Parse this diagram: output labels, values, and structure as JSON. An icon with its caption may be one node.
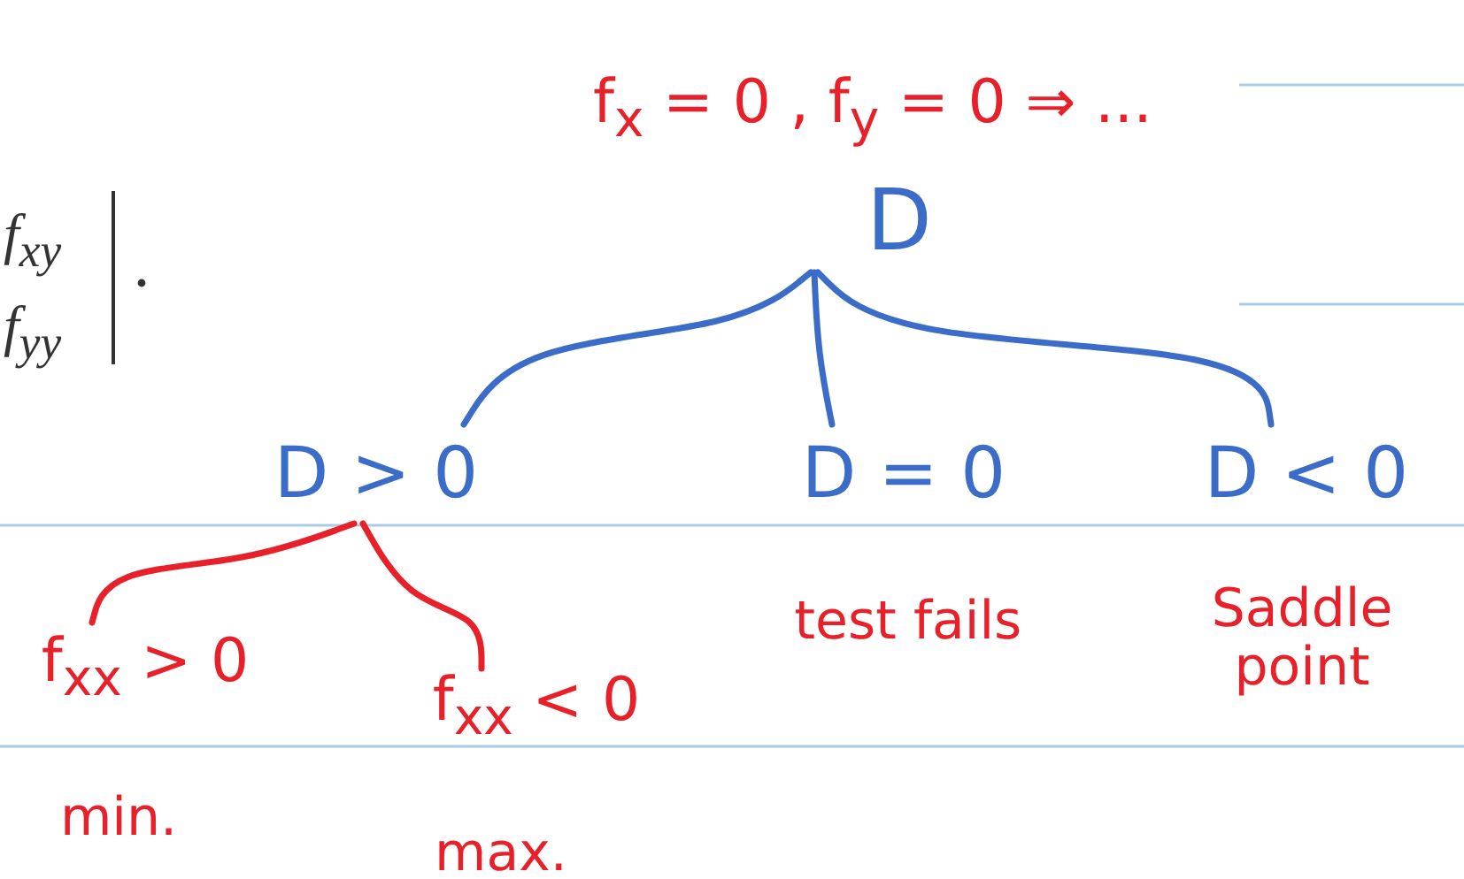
{
  "diagram": {
    "nodes": [
      {
        "text": [
          "D"
        ]
      },
      {
        "text": [
          "D > 0"
        ]
      },
      {
        "text": [
          "D = 0"
        ],
        "beside": [
          "test fails"
        ]
      },
      {
        "text": [
          "D < 0"
        ],
        "beside": [
          "Saddle point"
        ]
      },
      {
        "text": [
          "f$_{xx}$ > 0"
        ],
        "beside": [
          "min."
        ]
      },
      {
        "text": [
          "f$_{xx}$ < 0"
        ],
        "beside": [
          "max."
        ]
      }
    ],
    "edges": [
      {
        "from": 0,
        "to": 1,
        "arrow": "none"
      },
      {
        "from": 0,
        "to": 2,
        "arrow": "none"
      },
      {
        "from": 0,
        "to": 3,
        "arrow": "none"
      },
      {
        "from": 1,
        "to": 4,
        "arrow": "none",
        "color": "#e8202a"
      },
      {
        "from": 1,
        "to": 5,
        "arrow": "none",
        "color": "#e8202a"
      }
    ],
    "labels": [
      "f$_{x}$ = 0 , f$_{y}$ = 0 ⇒ ...",
      "f$_{xy}$",
      "f$_{yy}$"
    ]
  }
}
